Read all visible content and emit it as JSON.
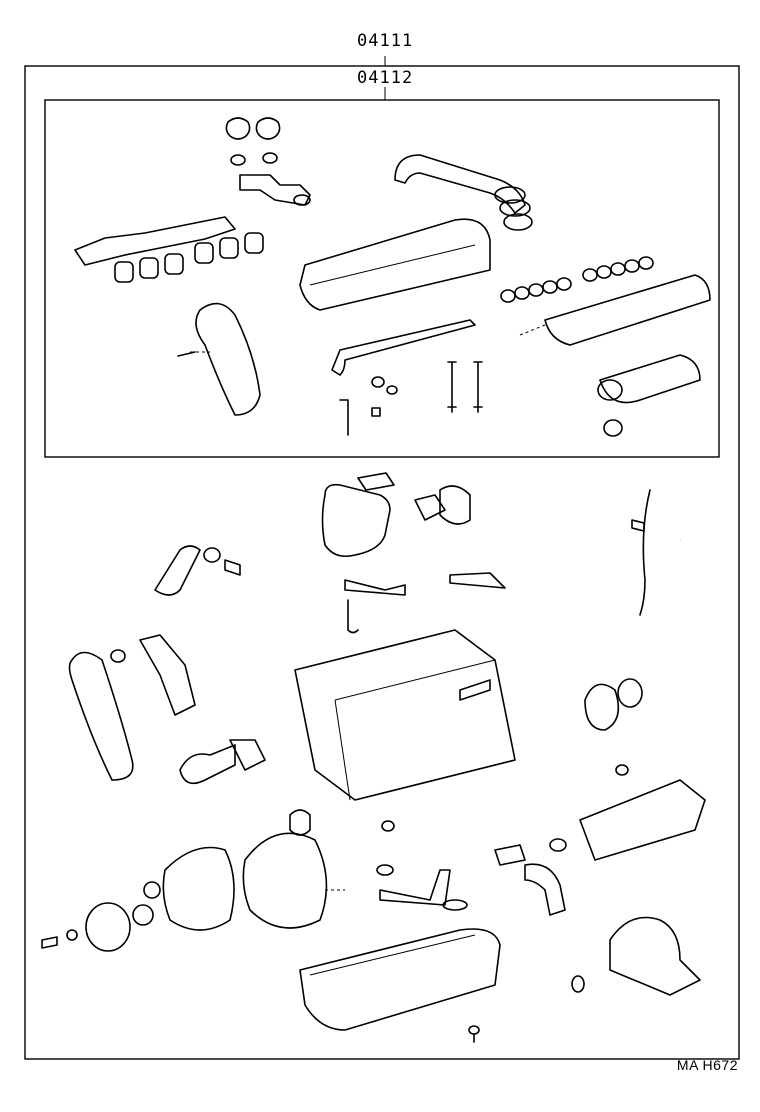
{
  "callouts": {
    "outer_kit": "04111",
    "inner_kit": "04112"
  },
  "figure_code": "MA H672"
}
